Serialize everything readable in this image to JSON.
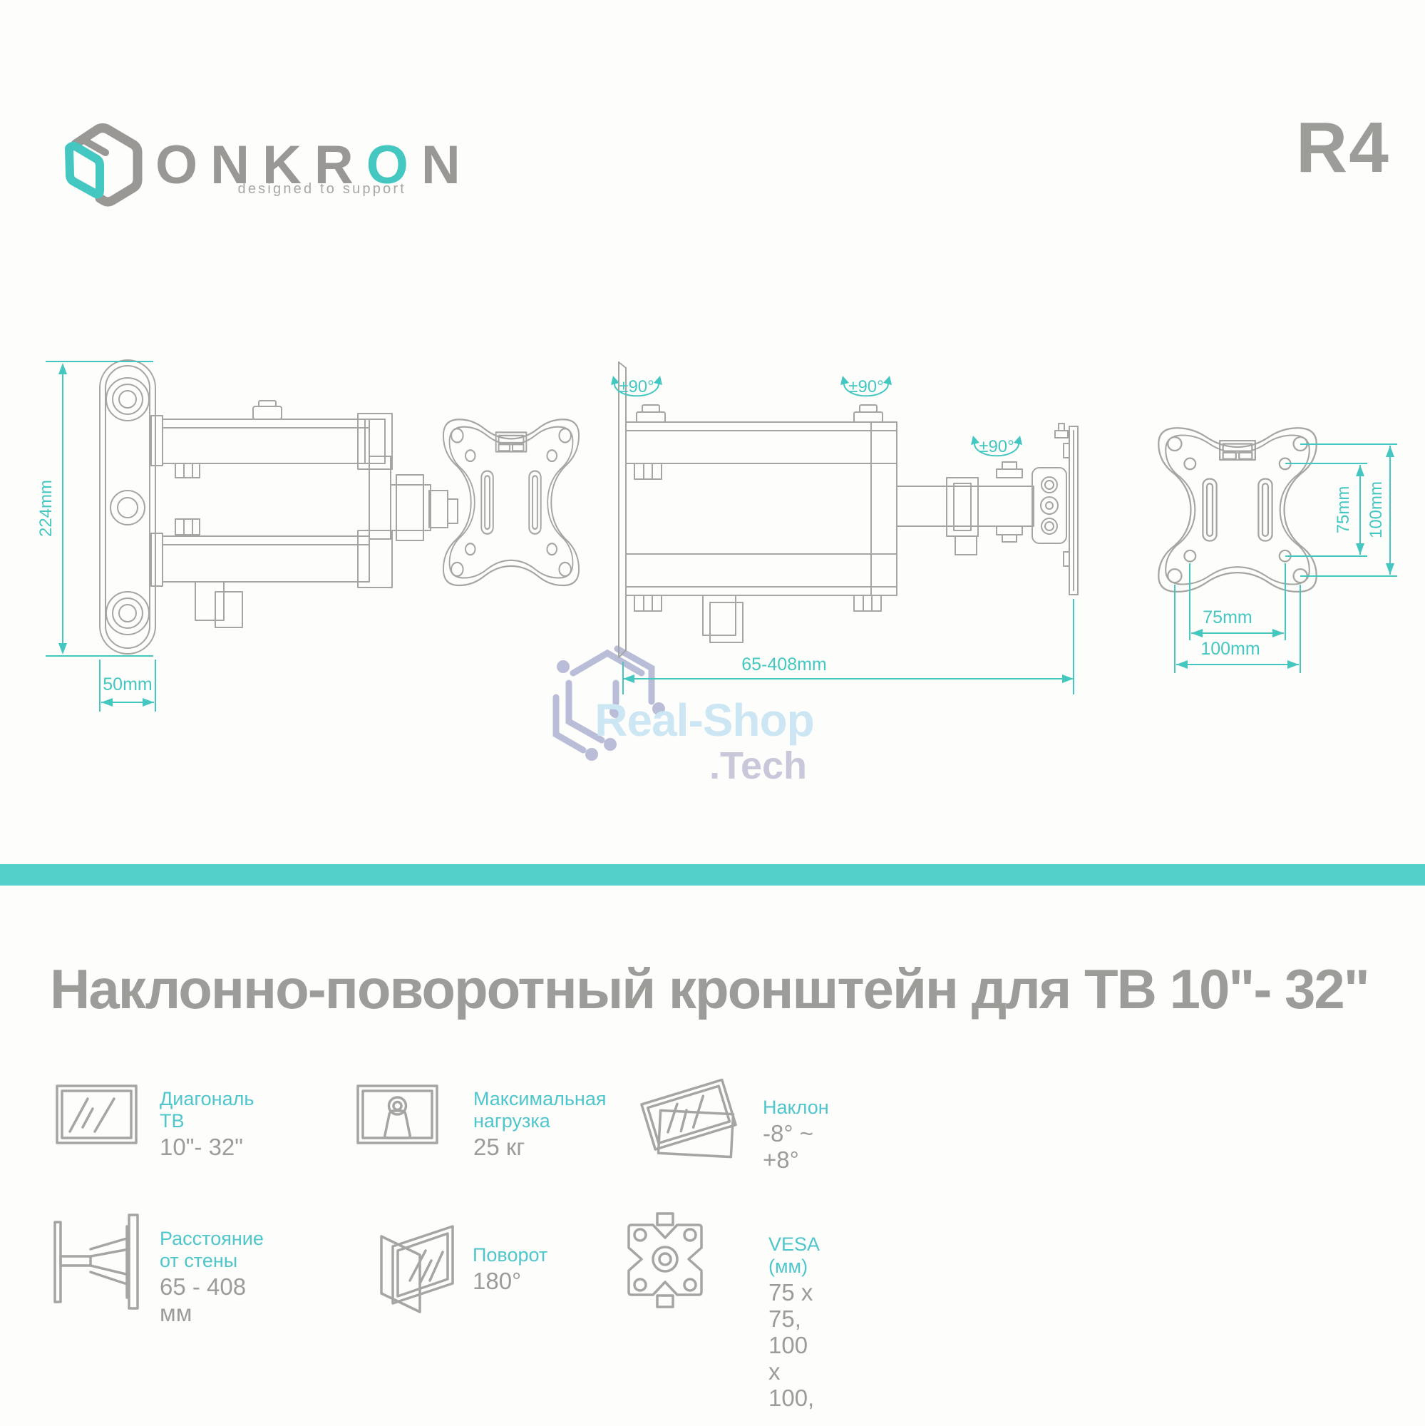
{
  "header": {
    "brand_parts": [
      "ONKR",
      "O",
      "N"
    ],
    "tagline": "designed to support",
    "model": "R4"
  },
  "drawings": {
    "left": {
      "height": "224mm",
      "depth": "50mm"
    },
    "middle": {
      "swivel_labels": [
        "±90°",
        "±90°",
        "±90°"
      ],
      "range": "65-408mm"
    },
    "right": {
      "v_inner": "75mm",
      "v_outer": "100mm",
      "h_inner": "75mm",
      "h_outer": "100mm"
    }
  },
  "watermark": {
    "line1": "Real-Shop",
    "line2": ".Tech"
  },
  "title": "Наклонно-поворотный кронштейн для ТВ 10\"- 32\"",
  "features": [
    {
      "icon": "tv-size-icon",
      "label": "Диагональ ТВ",
      "value": "10\"- 32\""
    },
    {
      "icon": "max-load-icon",
      "label": "Максимальная\nнагрузка",
      "value": "25 кг"
    },
    {
      "icon": "tilt-icon",
      "label": "Наклон",
      "value": "-8° ~ +8°"
    },
    {
      "icon": "wall-distance-icon",
      "label": "Расстояние\nот стены",
      "value": "65 - 408 мм"
    },
    {
      "icon": "swivel-icon",
      "label": "Поворот",
      "value": "180°"
    },
    {
      "icon": "vesa-icon",
      "label": "VESA (мм)",
      "value": "75 x 75,\n100 x 100,"
    }
  ],
  "colors": {
    "accent": "#45c7c1",
    "line": "#a5a5a1",
    "text": "#9c9c98",
    "bar": "#52d0c9",
    "wm_blue": "#cde6f4",
    "wm_gray": "#c8c8da",
    "wm_hex": "#babdd7",
    "logo_gray": "#9a9894"
  }
}
